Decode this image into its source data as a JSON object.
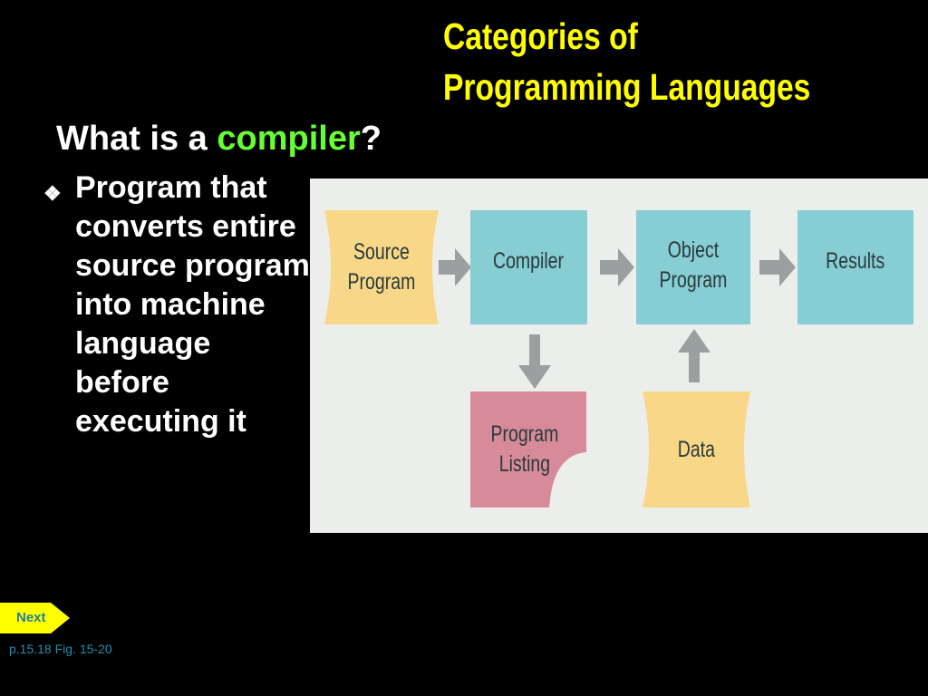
{
  "slide": {
    "title_line1": "Categories of",
    "title_line2": "Programming Languages",
    "question_prefix": "What is a ",
    "question_highlight": "compiler",
    "question_suffix": "?",
    "bullet_icon": "diamond-bullet-icon",
    "bullet_text": "Program that converts entire source program into machine language before executing it",
    "next_label": "Next",
    "reference": "p.15.18 Fig. 15-20"
  },
  "diagram": {
    "source": "Source\nProgram",
    "compiler": "Compiler",
    "object": "Object\nProgram",
    "results": "Results",
    "listing": "Program\nListing",
    "data": "Data"
  },
  "colors": {
    "title": "#ffff00",
    "highlight": "#66ff33",
    "teal": "#86cdd4",
    "yellow": "#f8d888",
    "pink": "#d68a9a"
  }
}
